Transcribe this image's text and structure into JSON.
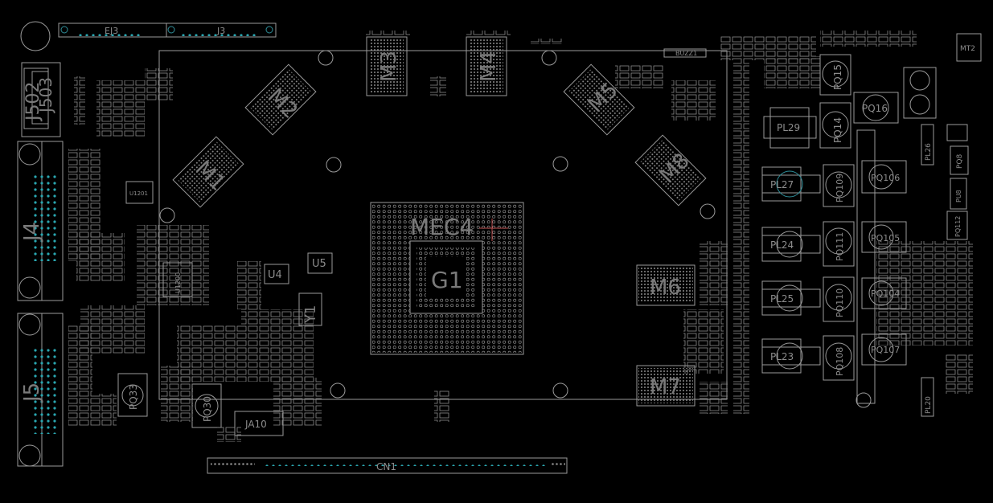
{
  "board": {
    "background": "#000000",
    "outline_color": "#9a9a9a",
    "pin_color": "#2aa6b0"
  },
  "labels": {
    "ej3": "EJ3",
    "j3": "J3",
    "buzz1": "BUZZ1",
    "mt2": "MT2",
    "m1": "M1",
    "m2": "M2",
    "m3": "M3",
    "m4": "M4",
    "m5": "M5",
    "m6": "M6",
    "m7": "M7",
    "m8": "M8",
    "mec": "MEC4",
    "g1": "G1",
    "u4": "U4",
    "u5": "U5",
    "y1": "Y1",
    "u1200": "U1200",
    "u1201": "U1201",
    "j502": "J502",
    "j503": "J503",
    "j4": "J4",
    "j5": "J5",
    "pq33": "PQ33",
    "pq30": "PQ30",
    "ja10": "JA10",
    "cn1": "CN1",
    "pq15": "PQ15",
    "pq14": "PQ14",
    "pq16": "PQ16",
    "pq109": "PQ109",
    "pq106": "PQ106",
    "pq111": "PQ111",
    "pq105": "PQ105",
    "pq110": "PQ110",
    "pq104": "PQ104",
    "pq108": "PQ108",
    "pq107": "PQ107",
    "pq8": "PQ8",
    "pq112": "PQ112",
    "pl29": "PL29",
    "pl27": "PL27",
    "pl24": "PL24",
    "pl25": "PL25",
    "pl23": "PL23",
    "pl26": "PL26",
    "pl20": "PL20",
    "pu8": "PU8"
  }
}
